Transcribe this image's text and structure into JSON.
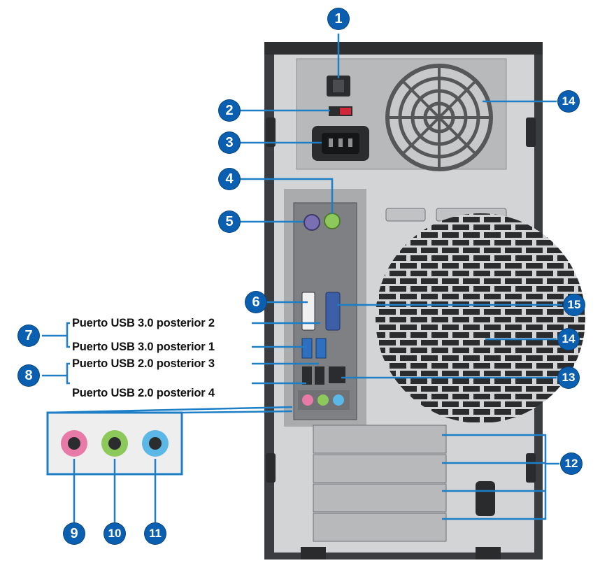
{
  "colors": {
    "callout": "#0a5fb0",
    "leader": "#1e7fc6",
    "case": "#3a3c3f",
    "panel": "#c9cbcd",
    "jack_pink": "#e87aa7",
    "jack_green": "#8cc95a",
    "jack_blue": "#5bb7e6",
    "ps2_purple": "#7a6fb3",
    "ps2_green": "#8cc95a",
    "vga_blue": "#3c5fa8",
    "usb3_blue": "#2f6fc0"
  },
  "labels": {
    "usb3_port2": "Puerto USB 3.0 posterior 2",
    "usb3_port1": "Puerto USB 3.0 posterior 1",
    "usb2_port3": "Puerto USB 2.0 posterior 3",
    "usb2_port4": "Puerto USB 2.0 posterior 4"
  },
  "callouts": {
    "c1": "1",
    "c2": "2",
    "c3": "3",
    "c4": "4",
    "c5": "5",
    "c6": "6",
    "c7": "7",
    "c8": "8",
    "c9": "9",
    "c10": "10",
    "c11": "11",
    "c12": "12",
    "c13": "13",
    "c14a": "14",
    "c14b": "14",
    "c15": "15"
  },
  "icons": [
    "power-switch-icon",
    "voltage-selector-icon",
    "power-socket-icon",
    "fan-vent-icon",
    "ps2-keyboard-port-icon",
    "ps2-mouse-port-icon",
    "dvi-port-icon",
    "vga-port-icon",
    "usb3-port-icon",
    "usb2-port-icon",
    "lan-port-icon",
    "audio-jack-icon",
    "expansion-slot-icon"
  ]
}
